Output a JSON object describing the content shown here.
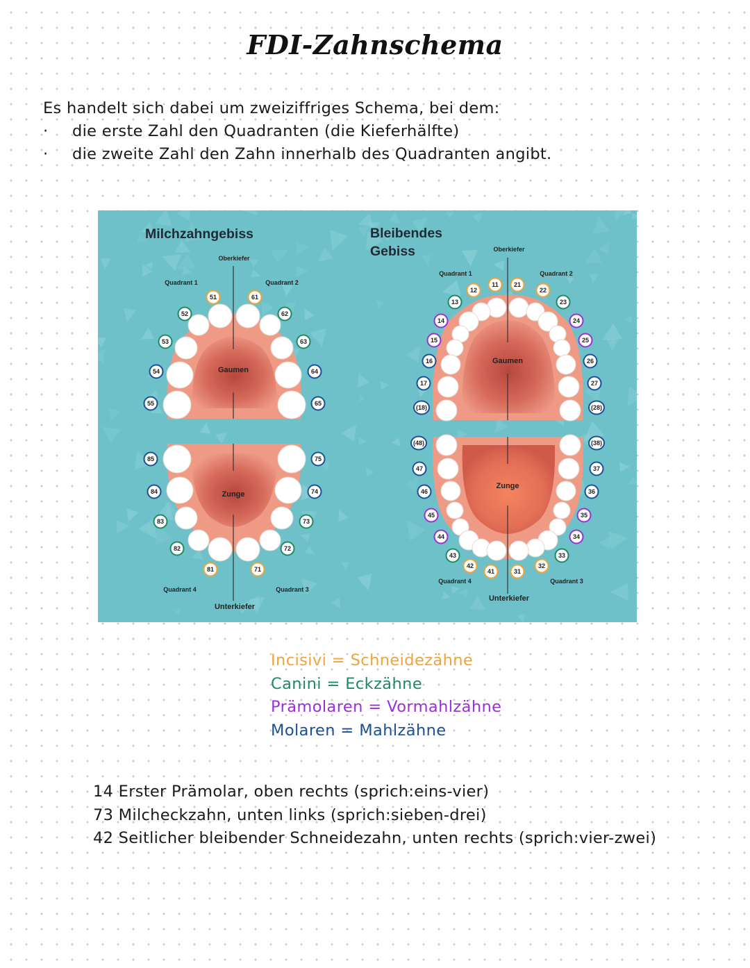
{
  "title": "FDI-Zahnschema",
  "intro": {
    "line1": "Es handelt sich dabei um zweiziffriges Schema, bei dem:",
    "bullets": [
      "die erste Zahl den Quadranten (die Kieferhälfte)",
      "die zweite Zahl den Zahn innerhalb des Quadranten angibt."
    ],
    "bullet_symbol": "·"
  },
  "colors": {
    "incisivi": "#f0a33a",
    "canini": "#1f8a62",
    "praemolaren": "#9b2fd6",
    "molaren": "#1d4f97",
    "figure_bg": "#6ec1c9",
    "gum": "#e9856f"
  },
  "figure": {
    "primary": {
      "heading": "Milchzahngebiss",
      "upper_label": "Oberkiefer",
      "lower_label": "Unterkiefer",
      "palate_label": "Gaumen",
      "tongue_label": "Zunge",
      "quadrants": [
        "Quadrant 1",
        "Quadrant 2",
        "Quadrant 3",
        "Quadrant 4"
      ],
      "teeth": [
        {
          "n": "51",
          "type": "incisivi"
        },
        {
          "n": "61",
          "type": "incisivi"
        },
        {
          "n": "52",
          "type": "canini"
        },
        {
          "n": "62",
          "type": "canini"
        },
        {
          "n": "53",
          "type": "canini"
        },
        {
          "n": "63",
          "type": "canini"
        },
        {
          "n": "54",
          "type": "molaren"
        },
        {
          "n": "64",
          "type": "molaren"
        },
        {
          "n": "55",
          "type": "molaren"
        },
        {
          "n": "65",
          "type": "molaren"
        },
        {
          "n": "85",
          "type": "molaren"
        },
        {
          "n": "75",
          "type": "molaren"
        },
        {
          "n": "84",
          "type": "molaren"
        },
        {
          "n": "74",
          "type": "molaren"
        },
        {
          "n": "83",
          "type": "canini"
        },
        {
          "n": "73",
          "type": "canini"
        },
        {
          "n": "82",
          "type": "canini"
        },
        {
          "n": "72",
          "type": "canini"
        },
        {
          "n": "81",
          "type": "incisivi"
        },
        {
          "n": "71",
          "type": "incisivi"
        }
      ]
    },
    "permanent": {
      "heading_line1": "Bleibendes",
      "heading_line2": "Gebiss",
      "upper_label": "Oberkiefer",
      "lower_label": "Unterkiefer",
      "palate_label": "Gaumen",
      "tongue_label": "Zunge",
      "quadrants": [
        "Quadrant 1",
        "Quadrant 2",
        "Quadrant 3",
        "Quadrant 4"
      ],
      "teeth": [
        {
          "n": "11",
          "type": "incisivi"
        },
        {
          "n": "21",
          "type": "incisivi"
        },
        {
          "n": "12",
          "type": "incisivi"
        },
        {
          "n": "22",
          "type": "incisivi"
        },
        {
          "n": "13",
          "type": "canini"
        },
        {
          "n": "23",
          "type": "canini"
        },
        {
          "n": "14",
          "type": "praemolaren"
        },
        {
          "n": "24",
          "type": "praemolaren"
        },
        {
          "n": "15",
          "type": "praemolaren"
        },
        {
          "n": "25",
          "type": "praemolaren"
        },
        {
          "n": "16",
          "type": "molaren"
        },
        {
          "n": "26",
          "type": "molaren"
        },
        {
          "n": "17",
          "type": "molaren"
        },
        {
          "n": "27",
          "type": "molaren"
        },
        {
          "n": "(18)",
          "type": "molaren"
        },
        {
          "n": "(28)",
          "type": "molaren"
        },
        {
          "n": "(48)",
          "type": "molaren"
        },
        {
          "n": "(38)",
          "type": "molaren"
        },
        {
          "n": "47",
          "type": "molaren"
        },
        {
          "n": "37",
          "type": "molaren"
        },
        {
          "n": "46",
          "type": "molaren"
        },
        {
          "n": "36",
          "type": "molaren"
        },
        {
          "n": "45",
          "type": "praemolaren"
        },
        {
          "n": "35",
          "type": "praemolaren"
        },
        {
          "n": "44",
          "type": "praemolaren"
        },
        {
          "n": "34",
          "type": "praemolaren"
        },
        {
          "n": "43",
          "type": "canini"
        },
        {
          "n": "33",
          "type": "canini"
        },
        {
          "n": "42",
          "type": "incisivi"
        },
        {
          "n": "32",
          "type": "incisivi"
        },
        {
          "n": "41",
          "type": "incisivi"
        },
        {
          "n": "31",
          "type": "incisivi"
        }
      ]
    }
  },
  "legend": [
    {
      "text": "Incisivi = Schneidezähne",
      "type": "incisivi"
    },
    {
      "text": "Canini = Eckzähne",
      "type": "canini"
    },
    {
      "text": "Prämolaren = Vormahlzähne",
      "type": "praemolaren"
    },
    {
      "text": "Molaren = Mahlzähne",
      "type": "molaren"
    }
  ],
  "examples": [
    "14 Erster Prämolar, oben rechts (sprich:eins-vier)",
    "73 Milcheckzahn, unten links (sprich:sieben-drei)",
    "42 Seitlicher bleibender Schneidezahn, unten rechts (sprich:vier-zwei)"
  ]
}
